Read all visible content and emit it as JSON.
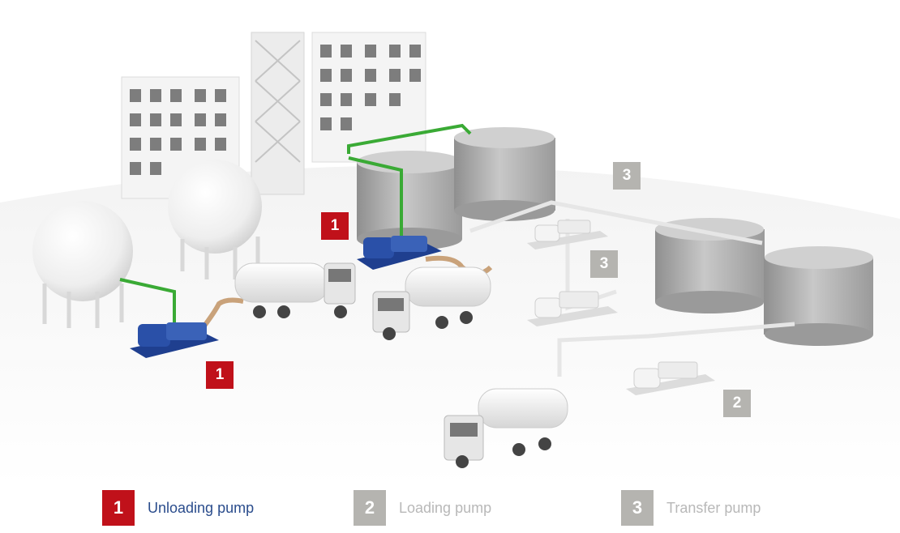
{
  "colors": {
    "unloading": "#c0111a",
    "loading": "#b5b4b0",
    "transfer": "#b5b4b0",
    "unloading_text": "#2a4c8c",
    "muted_text": "#b8b8b8",
    "pipe_green": "#3aaa35",
    "hose_tan": "#c9a27a",
    "pump_blue": "#1f3f8f"
  },
  "markers": [
    {
      "label": "1",
      "type": "unloading"
    },
    {
      "label": "1",
      "type": "unloading"
    },
    {
      "label": "3",
      "type": "transfer"
    },
    {
      "label": "3",
      "type": "transfer"
    },
    {
      "label": "2",
      "type": "loading"
    }
  ],
  "legend": [
    {
      "number": "1",
      "label": "Unloading  pump",
      "type": "unloading"
    },
    {
      "number": "2",
      "label": "Loading pump",
      "type": "loading"
    },
    {
      "number": "3",
      "label": "Transfer pump",
      "type": "transfer"
    }
  ]
}
